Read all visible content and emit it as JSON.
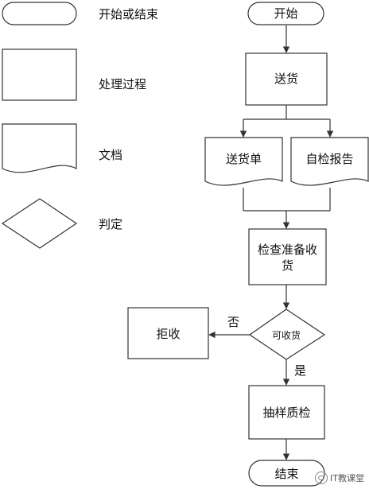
{
  "legend": {
    "terminal": "开始或结束",
    "process": "处理过程",
    "document": "文档",
    "decision": "判定"
  },
  "flow": {
    "start": "开始",
    "deliver": "送货",
    "delivery_note": "送货单",
    "self_report": "自检报告",
    "prepare_receive": "检查准备收货",
    "can_receive": "可收货",
    "reject": "拒收",
    "no_label": "否",
    "yes_label": "是",
    "sampling": "抽样质检",
    "end": "结束"
  },
  "watermark": {
    "text": "IT教课堂"
  }
}
